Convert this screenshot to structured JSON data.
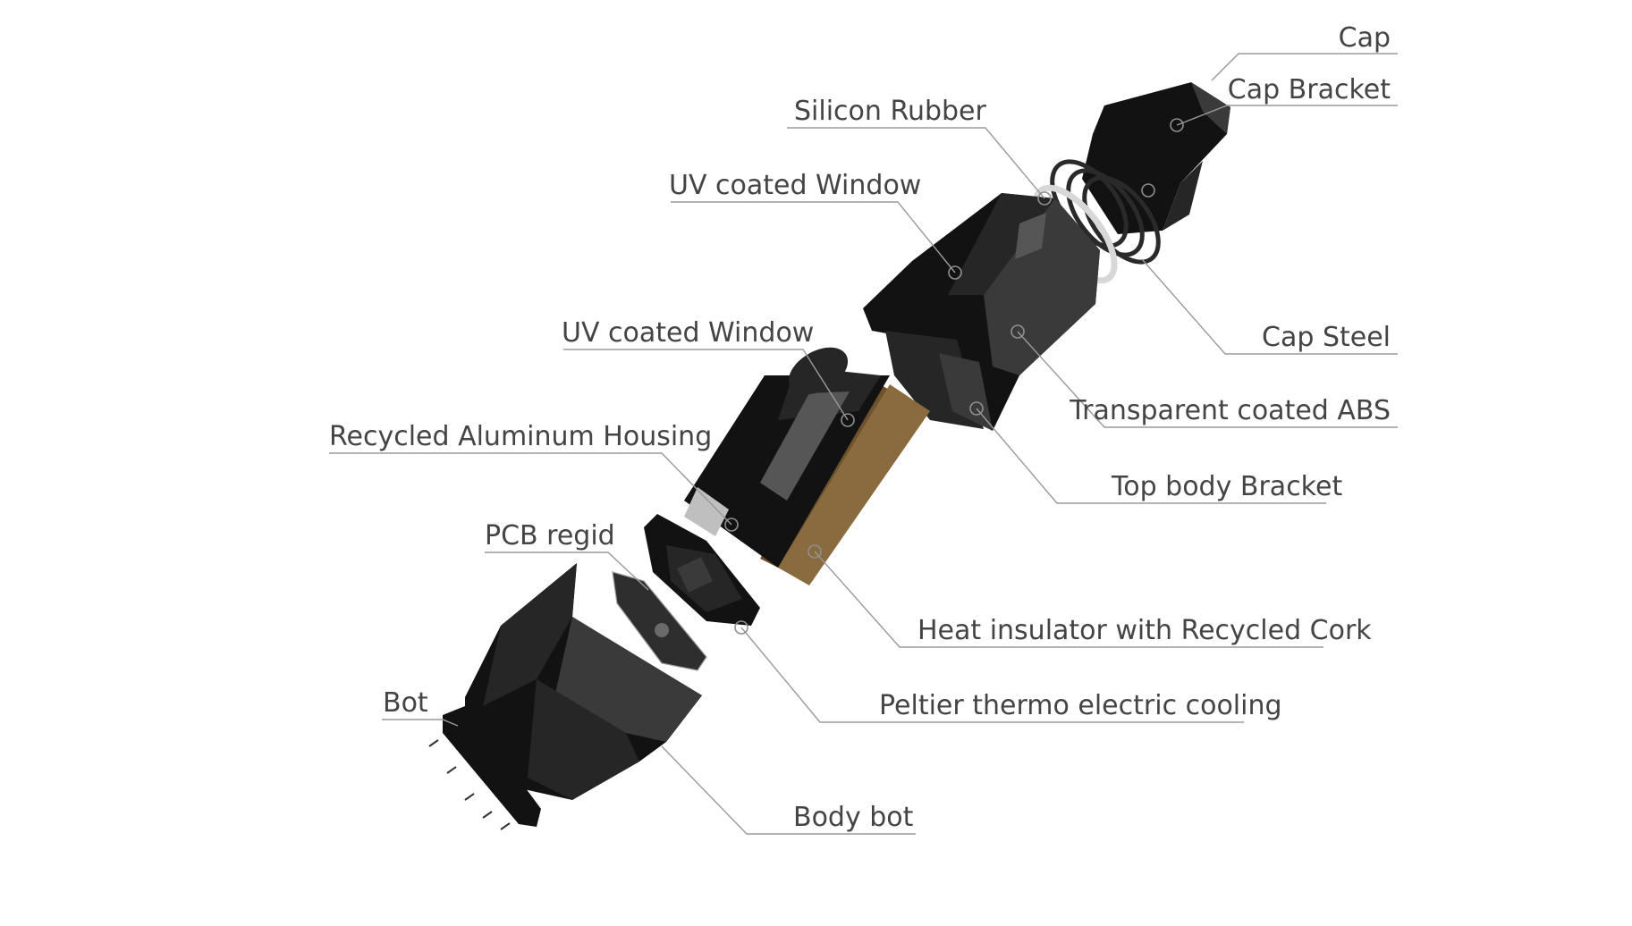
{
  "labels": {
    "cap": "Cap",
    "cap_bracket": "Cap Bracket",
    "silicon_rubber": "Silicon Rubber",
    "uv_window_upper": "UV coated Window",
    "cap_steel": "Cap Steel",
    "uv_window_lower": "UV coated Window",
    "transparent_abs": "Transparent coated ABS",
    "recycled_aluminum": "Recycled Aluminum Housing",
    "top_body_bracket": "Top body Bracket",
    "pcb_regid": "PCB regid",
    "heat_insulator": "Heat insulator with Recycled Cork",
    "peltier": "Peltier thermo electric cooling",
    "bot": "Bot",
    "body_bot": "Body bot"
  },
  "colors": {
    "body": "#121212",
    "cork": "#8a6a3f",
    "metal_ring": "#bfbfbf",
    "leader_line": "#9a9a9a",
    "label_text": "#444444"
  }
}
